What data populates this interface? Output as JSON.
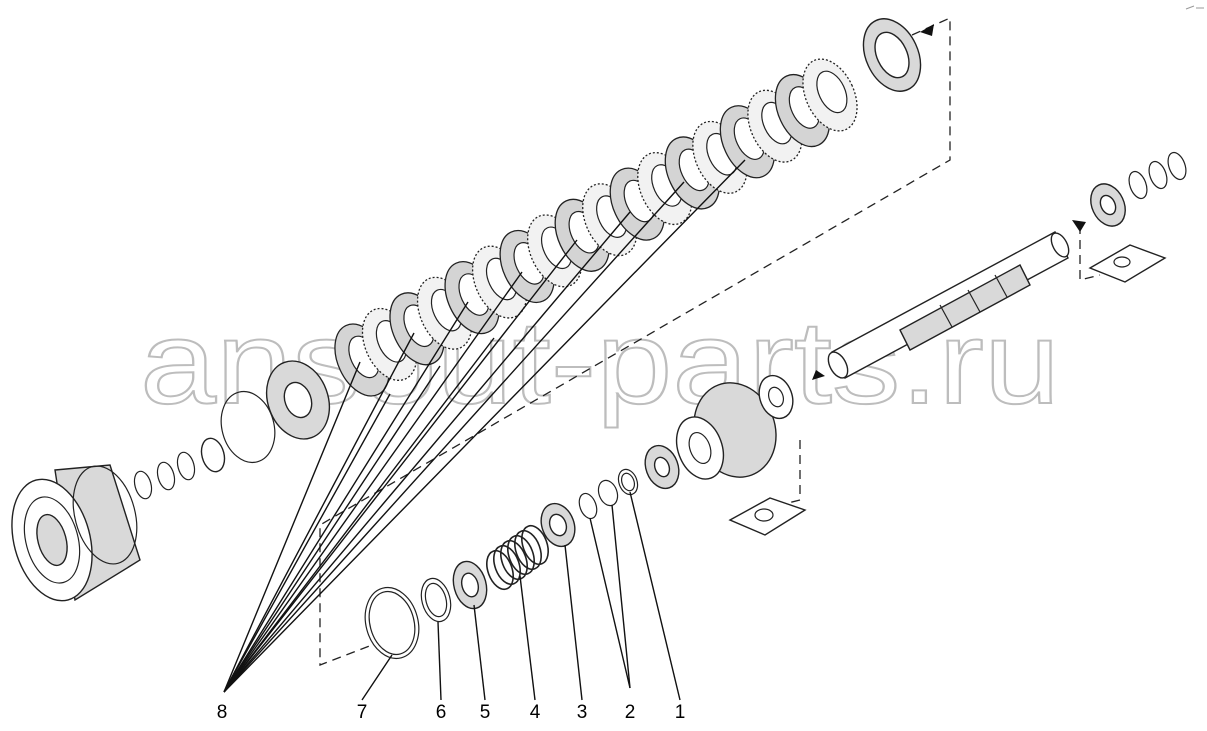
{
  "watermark": "ansout-parts.ru",
  "callouts": {
    "c1": "1",
    "c2": "2",
    "c3": "3",
    "c4": "4",
    "c5": "5",
    "c6": "6",
    "c7": "7",
    "c8": "8"
  }
}
